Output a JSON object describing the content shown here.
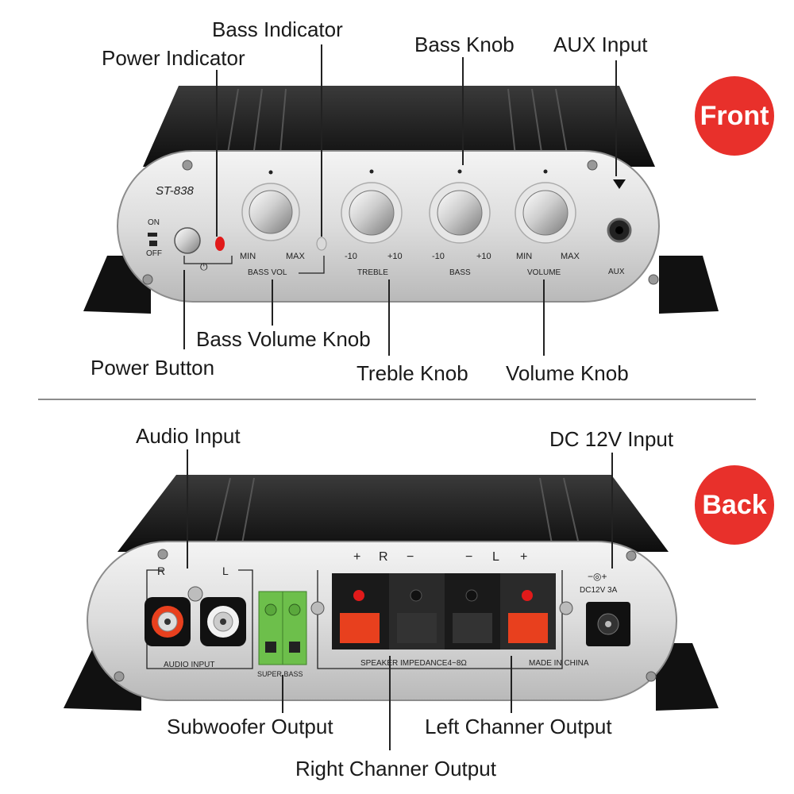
{
  "labels": {
    "bass_indicator": "Bass Indicator",
    "power_indicator": "Power Indicator",
    "bass_knob": "Bass Knob",
    "aux_input": "AUX Input",
    "bass_volume_knob": "Bass Volume Knob",
    "power_button": "Power Button",
    "treble_knob": "Treble Knob",
    "volume_knob": "Volume Knob",
    "audio_input": "Audio Input",
    "dc_input": "DC 12V Input",
    "subwoofer_output": "Subwoofer Output",
    "left_output": "Left Channer Output",
    "right_output": "Right Channer Output"
  },
  "badges": {
    "front": "Front",
    "back": "Back"
  },
  "front_panel": {
    "model": "ST-838",
    "on": "ON",
    "off": "OFF",
    "bass_vol": {
      "min": "MIN",
      "max": "MAX",
      "name": "BASS VOL"
    },
    "treble": {
      "min": "-10",
      "max": "+10",
      "name": "TREBLE"
    },
    "bass": {
      "min": "-10",
      "max": "+10",
      "name": "BASS"
    },
    "volume": {
      "min": "MIN",
      "max": "MAX",
      "name": "VOLUME"
    },
    "aux": "AUX"
  },
  "back_panel": {
    "r": "R",
    "l": "L",
    "audio_input": "AUDIO INPUT",
    "super_bass": "SUPER BASS",
    "plus": "+",
    "minus": "−",
    "impedance": "SPEAKER IMPEDANCE4~8Ω",
    "made_in": "MADE IN CHINA",
    "dc_spec": "DC12V 3A"
  },
  "colors": {
    "badge": "#e8302b",
    "red_led": "#e11a1a",
    "terminal_green": "#6dbf4b",
    "rca_red": "#e8401e"
  }
}
